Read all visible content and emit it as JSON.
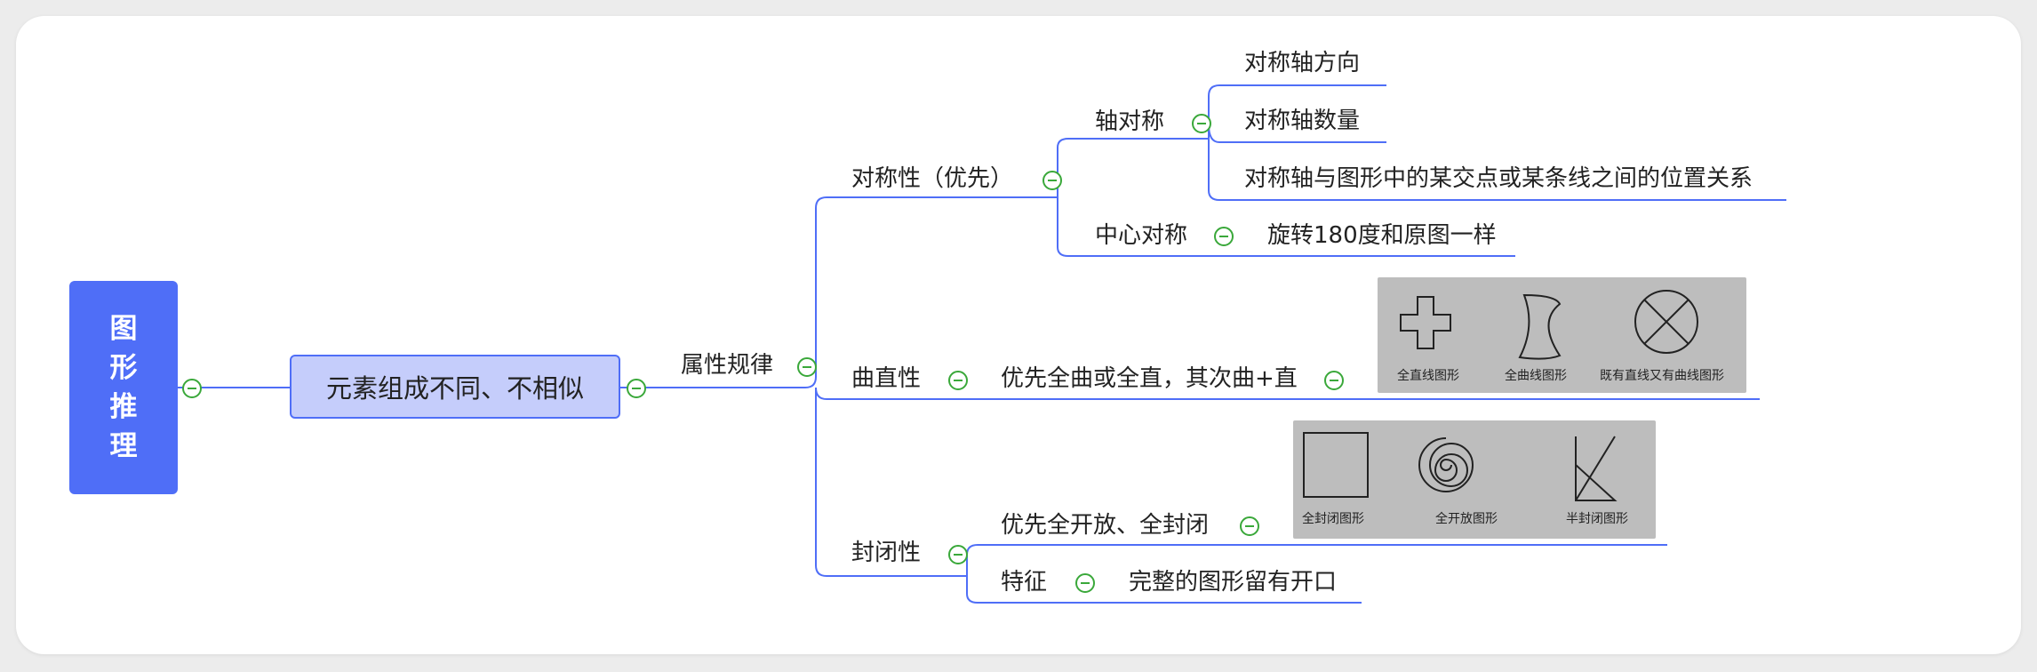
{
  "root": {
    "chars": [
      "图",
      "形",
      "推",
      "理"
    ]
  },
  "level1": {
    "label": "元素组成不同、不相似"
  },
  "level2": {
    "label": "属性规律"
  },
  "symmetry": {
    "label": "对称性（优先）",
    "axial": {
      "label": "轴对称",
      "items": [
        "对称轴方向",
        "对称轴数量",
        "对称轴与图形中的某交点或某条线之间的位置关系"
      ]
    },
    "central": {
      "label": "中心对称",
      "item": "旋转180度和原图一样"
    }
  },
  "curvature": {
    "label": "曲直性",
    "item": "优先全曲或全直，其次曲+直",
    "image_captions": [
      "全直线图形",
      "全曲线图形",
      "既有直线又有曲线图形"
    ]
  },
  "closure": {
    "label": "封闭性",
    "item1": "优先全开放、全封闭",
    "image_captions": [
      "全封闭图形",
      "全开放图形",
      "半封闭图形"
    ],
    "feature": {
      "label": "特征",
      "item": "完整的图形留有开口"
    }
  },
  "colors": {
    "root_fill": "#4f6ef7",
    "branch_fill": "#c5cdfb",
    "connector": "#4f6ef7",
    "collapse_icon": "#3aa83a"
  }
}
